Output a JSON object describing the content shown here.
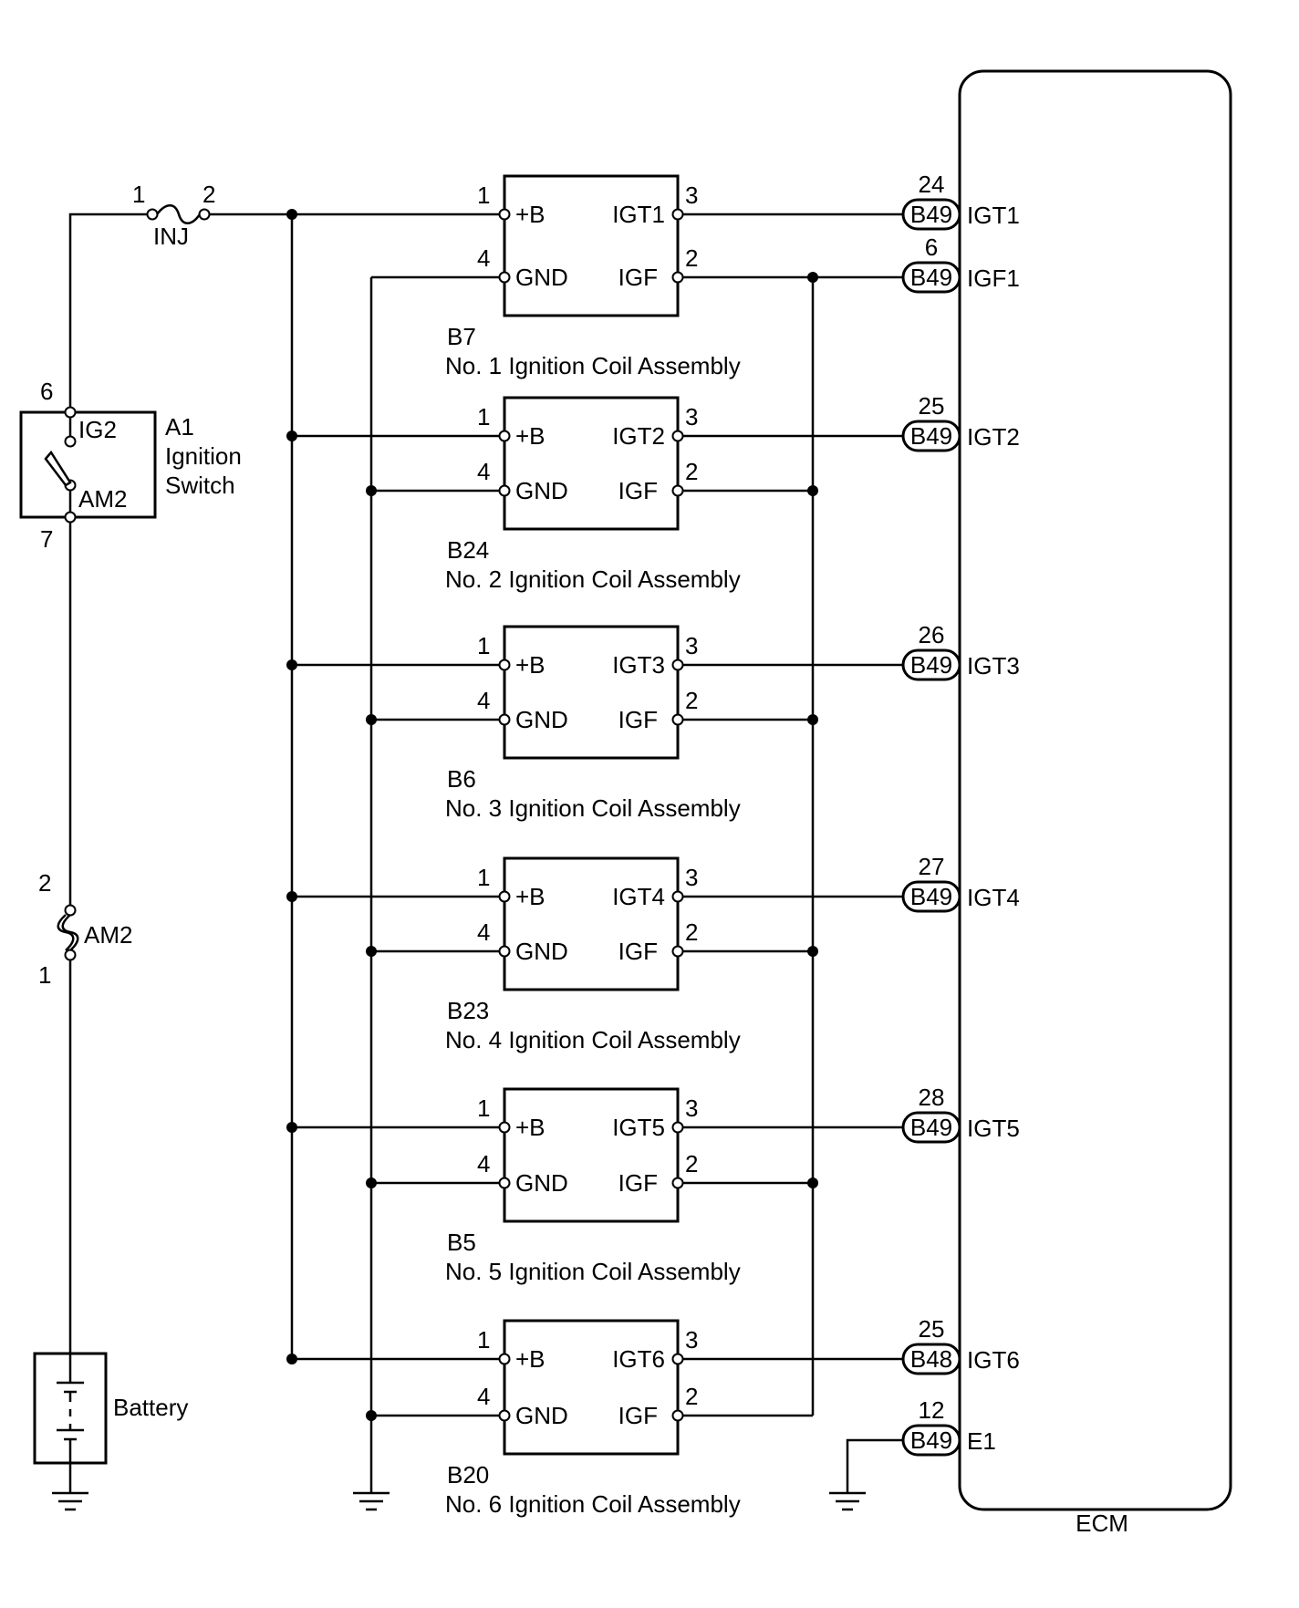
{
  "ecm": {
    "label": "ECM"
  },
  "fuse_inj": {
    "label": "INJ",
    "pin_in": "1",
    "pin_out": "2"
  },
  "fuse_am2": {
    "label": "AM2",
    "pin_top": "2",
    "pin_bottom": "1"
  },
  "ignition_switch": {
    "code": "A1",
    "name_line1": "Ignition",
    "name_line2": "Switch",
    "terminal_top": "IG2",
    "terminal_bottom": "AM2",
    "pin_top": "6",
    "pin_bottom": "7"
  },
  "battery": {
    "label": "Battery"
  },
  "coil_terminals": {
    "power": "+B",
    "ground": "GND",
    "feedback": "IGF"
  },
  "coils": [
    {
      "code": "B7",
      "name": "No. 1 Ignition Coil Assembly",
      "igt": "IGT1",
      "pin_b": "1",
      "pin_gnd": "4",
      "pin_igt": "3",
      "pin_igf": "2"
    },
    {
      "code": "B24",
      "name": "No. 2 Ignition Coil Assembly",
      "igt": "IGT2",
      "pin_b": "1",
      "pin_gnd": "4",
      "pin_igt": "3",
      "pin_igf": "2"
    },
    {
      "code": "B6",
      "name": "No. 3 Ignition Coil Assembly",
      "igt": "IGT3",
      "pin_b": "1",
      "pin_gnd": "4",
      "pin_igt": "3",
      "pin_igf": "2"
    },
    {
      "code": "B23",
      "name": "No. 4 Ignition Coil Assembly",
      "igt": "IGT4",
      "pin_b": "1",
      "pin_gnd": "4",
      "pin_igt": "3",
      "pin_igf": "2"
    },
    {
      "code": "B5",
      "name": "No. 5 Ignition Coil Assembly",
      "igt": "IGT5",
      "pin_b": "1",
      "pin_gnd": "4",
      "pin_igt": "3",
      "pin_igf": "2"
    },
    {
      "code": "B20",
      "name": "No. 6 Ignition Coil Assembly",
      "igt": "IGT6",
      "pin_b": "1",
      "pin_gnd": "4",
      "pin_igt": "3",
      "pin_igf": "2"
    }
  ],
  "ecm_pins": [
    {
      "connector": "B49",
      "pin": "24",
      "name": "IGT1"
    },
    {
      "connector": "B49",
      "pin": "6",
      "name": "IGF1"
    },
    {
      "connector": "B49",
      "pin": "25",
      "name": "IGT2"
    },
    {
      "connector": "B49",
      "pin": "26",
      "name": "IGT3"
    },
    {
      "connector": "B49",
      "pin": "27",
      "name": "IGT4"
    },
    {
      "connector": "B49",
      "pin": "28",
      "name": "IGT5"
    },
    {
      "connector": "B48",
      "pin": "25",
      "name": "IGT6"
    },
    {
      "connector": "B49",
      "pin": "12",
      "name": "E1"
    }
  ]
}
